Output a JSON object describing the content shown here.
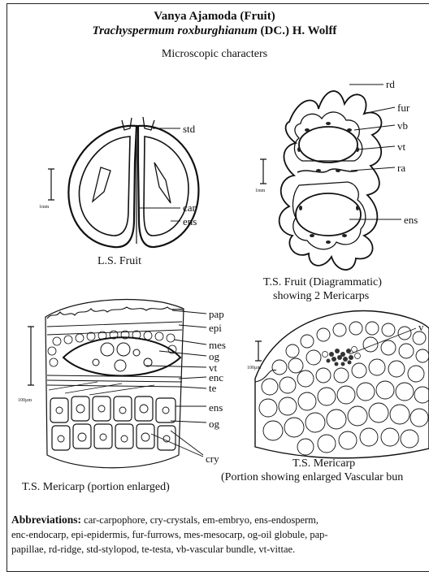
{
  "header": {
    "title": "Vanya Ajamoda (Fruit)",
    "species_italic": "Trachyspermum roxburghianum",
    "species_author": " (DC.) H. Wolff",
    "section": "Microscopic characters"
  },
  "figures": {
    "ls_fruit": {
      "caption": "L.S. Fruit",
      "labels": {
        "std": "std",
        "car": "car",
        "ens": "ens"
      },
      "scale": "1mm"
    },
    "ts_fruit": {
      "caption_line1": "T.S. Fruit (Diagrammatic)",
      "caption_line2": "showing 2 Mericarps",
      "labels": {
        "rd": "rd",
        "fur": "fur",
        "vb": "vb",
        "vt": "vt",
        "ra": "ra",
        "ens": "ens"
      },
      "scale": "1mm"
    },
    "ts_mericarp_enlarged": {
      "caption": "T.S. Mericarp (portion enlarged)",
      "labels": {
        "pap": "pap",
        "epi": "epi",
        "mes": "mes",
        "og": "og",
        "vt": "vt",
        "enc": "enc",
        "te": "te",
        "ens": "ens",
        "og2": "og",
        "cry": "cry"
      },
      "scale": "100µm"
    },
    "ts_mericarp_vb": {
      "caption_line1": "T.S. Mericarp",
      "caption_line2": "(Portion showing enlarged Vascular bun",
      "labels": {
        "vb": "v"
      },
      "scale": "100µm"
    }
  },
  "abbreviations": {
    "heading": "Abbreviations:",
    "line1": " car-carpophore, cry-crystals, em-embryo, ens-endosperm,",
    "line2": "enc-endocarp, epi-epidermis, fur-furrows, mes-mesocarp, og-oil globule, pap-",
    "line3": "papillae, rd-ridge, std-stylopod, te-testa, vb-vascular bundle, vt-vittae."
  }
}
